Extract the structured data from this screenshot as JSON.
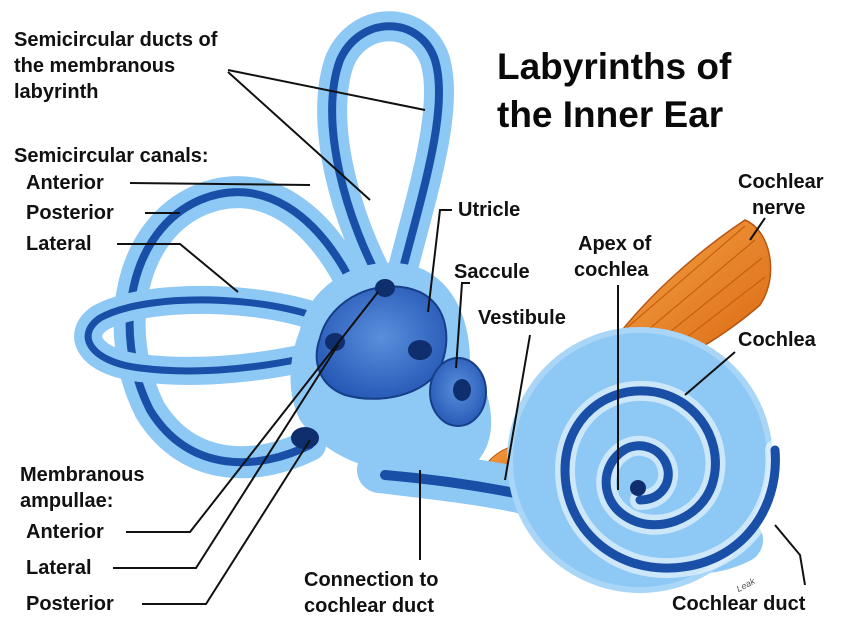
{
  "title": {
    "line1": "Labyrinths of",
    "line2": "the Inner Ear"
  },
  "labels": {
    "semicircular_ducts_line1": "Semicircular ducts of",
    "semicircular_ducts_line2": "the membranous",
    "semicircular_ducts_line3": "labyrinth",
    "semicircular_canals": "Semicircular canals:",
    "canal_anterior": "Anterior",
    "canal_posterior": "Posterior",
    "canal_lateral": "Lateral",
    "membranous_ampullae_line1": "Membranous",
    "membranous_ampullae_line2": "ampullae:",
    "ampulla_anterior": "Anterior",
    "ampulla_lateral": "Lateral",
    "ampulla_posterior": "Posterior",
    "utricle": "Utricle",
    "saccule": "Saccule",
    "vestibule": "Vestibule",
    "apex_line1": "Apex of",
    "apex_line2": "cochlea",
    "cochlear_nerve_line1": "Cochlear",
    "cochlear_nerve_line2": "nerve",
    "cochlea": "Cochlea",
    "connection_line1": "Connection to",
    "connection_line2": "cochlear duct",
    "cochlear_duct": "Cochlear duct"
  },
  "signature": "Leak",
  "colors": {
    "bony_labyrinth": "#8ec8f4",
    "membranous_labyrinth": "#1a4fa8",
    "nerve": "#e8801e",
    "leader_lines": "#111111"
  }
}
